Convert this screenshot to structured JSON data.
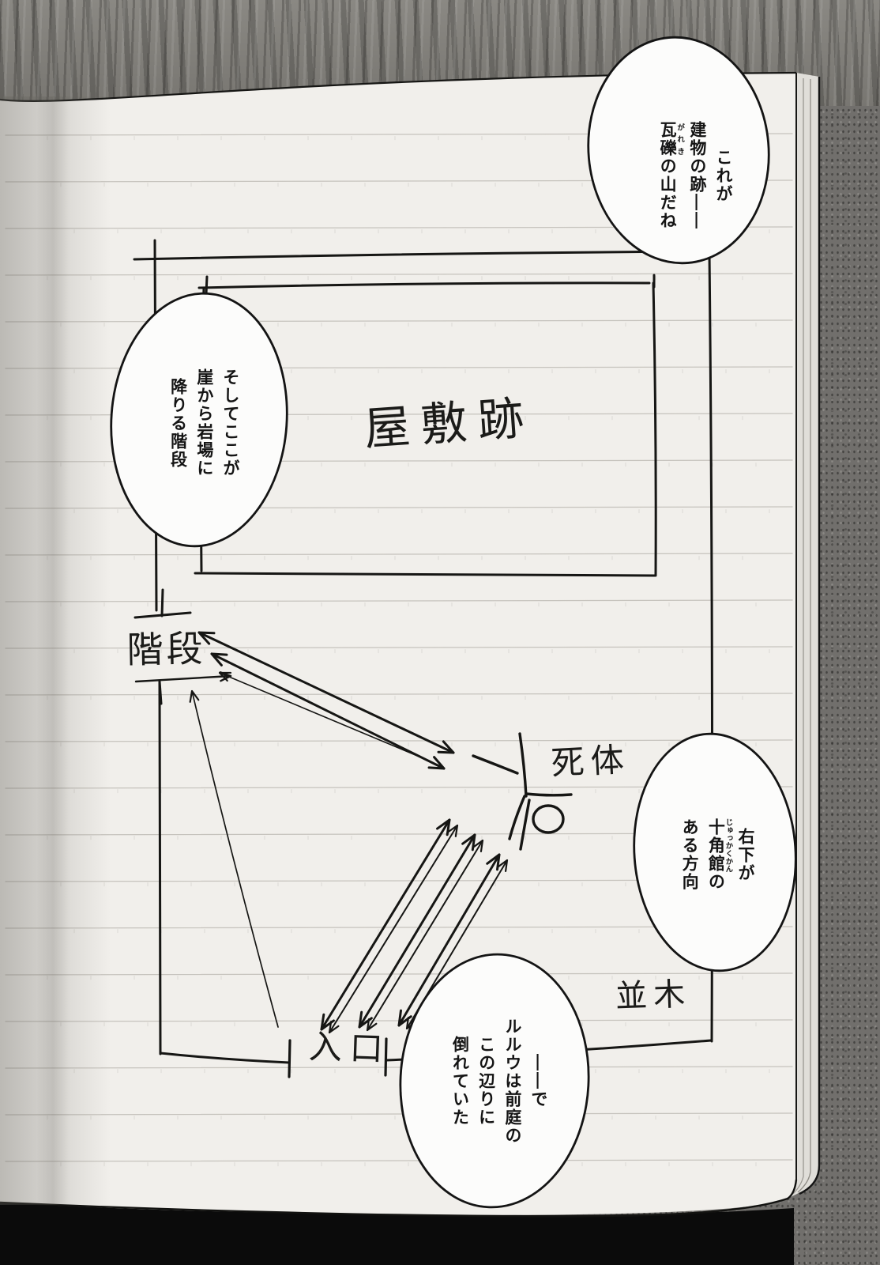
{
  "notebook_map": {
    "labels": {
      "ruins": "屋敷跡",
      "stairs": "階段",
      "corpse": "死体",
      "entrance": "入口",
      "tree_row": "並木"
    }
  },
  "speech_bubbles": {
    "top_right": {
      "lines": [
        [
          {
            "t": "これが"
          }
        ],
        [
          {
            "t": "建物の跡――"
          }
        ],
        [
          {
            "t": "瓦礫",
            "r": "がれき"
          },
          {
            "t": "の山だね"
          }
        ]
      ]
    },
    "left": {
      "lines": [
        [
          {
            "t": "そしてここが"
          }
        ],
        [
          {
            "t": "崖から岩場に"
          }
        ],
        [
          {
            "t": "降りる階段"
          }
        ]
      ]
    },
    "right": {
      "lines": [
        [
          {
            "t": "右下が"
          }
        ],
        [
          {
            "t": "十角館",
            "r": "じゅっかくかん"
          },
          {
            "t": "の"
          }
        ],
        [
          {
            "t": "ある方向"
          }
        ]
      ]
    },
    "bottom": {
      "lines": [
        [
          {
            "t": "――で"
          }
        ],
        [
          {
            "t": "ルルウは前庭の"
          }
        ],
        [
          {
            "t": "この辺りに"
          }
        ],
        [
          {
            "t": "倒れていた"
          }
        ]
      ]
    }
  },
  "colors": {
    "ink": "#161614",
    "paper": "#f1efeb",
    "bubble_fill": "#fcfcfb",
    "rule_line": "#a39f98",
    "shadow_black": "#0b0b0b",
    "background": "#716f6c"
  }
}
